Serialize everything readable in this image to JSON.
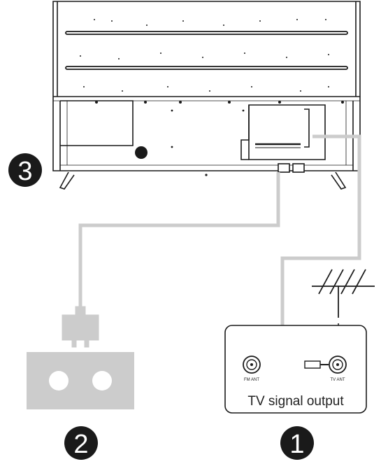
{
  "steps": {
    "one": "1",
    "two": "2",
    "three": "3"
  },
  "antenna_box": {
    "fm_label": "FM ANT",
    "tv_label": "TV ANT",
    "output_label": "TV signal output"
  },
  "colors": {
    "line": "#1a1a1a",
    "cable": "#cccccc",
    "socket": "#cccccc",
    "badge": "#1a1a1a"
  }
}
